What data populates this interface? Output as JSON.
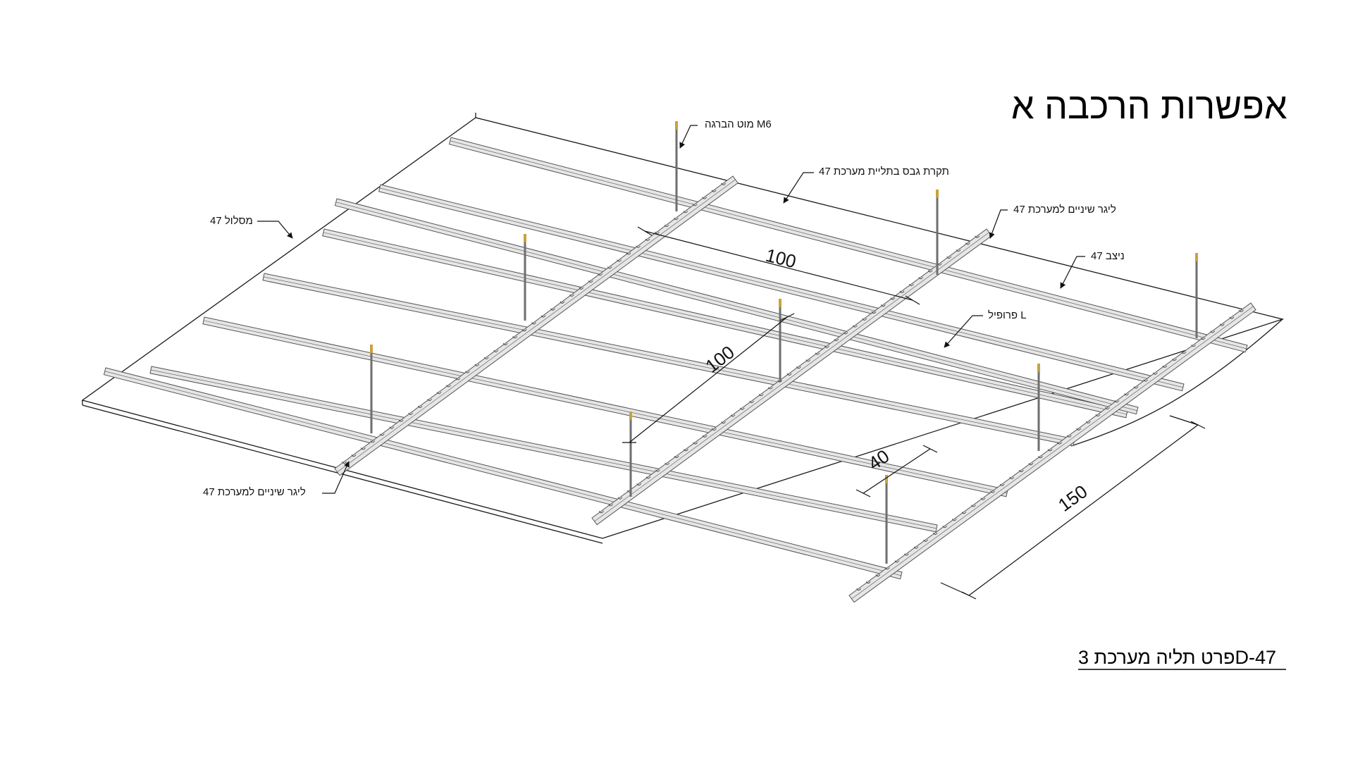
{
  "title": "אפשרות הרכבה א",
  "caption": "פרט תליה מערכת 3D-47",
  "callouts": {
    "rod": "מוט הברגה M6",
    "ceiling": "תקרת גבס בתליית מערכת 47",
    "carrier_top": "ליגר שיניים למערכת 47",
    "track": "מסלול 47",
    "stud": "ניצב 47",
    "l_profile": "פרופיל L",
    "carrier_bottom": "ליגר שיניים למערכת 47"
  },
  "dimensions": {
    "rod_spacing_top": "100",
    "rod_spacing_mid": "100",
    "stud_spacing": "40",
    "carrier_length": "150"
  },
  "colors": {
    "line": "#1a1a1a",
    "profile_fill": "#e6e6e6",
    "profile_stroke": "#555555",
    "rod": "#6e6e6e",
    "rod_tip": "#c8a23c"
  }
}
